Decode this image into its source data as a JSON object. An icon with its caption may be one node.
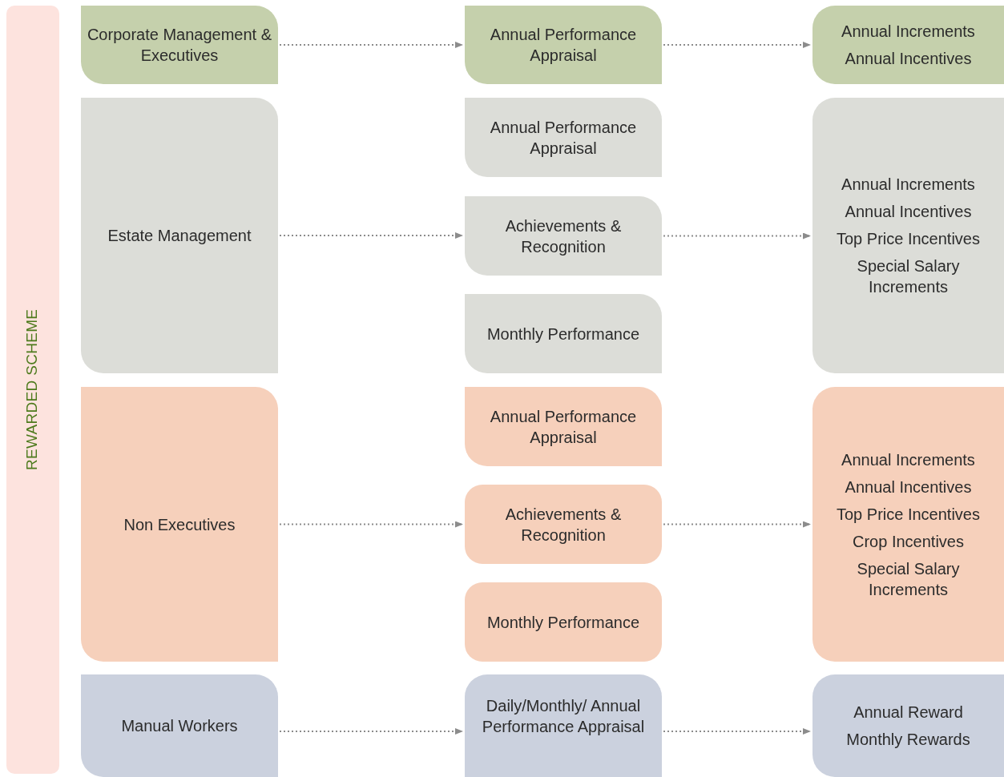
{
  "diagram": {
    "nodes": [
      {
        "text": [
          "REWARDED SCHEME"
        ]
      },
      {
        "text": [
          "Corporate Management & Executives"
        ]
      },
      {
        "text": [
          "Annual Performance Appraisal"
        ]
      },
      {
        "text": [
          "Annual Increments",
          "Annual Incentives"
        ]
      },
      {
        "text": [
          "Estate Management"
        ]
      },
      {
        "text": [
          "Annual Performance Appraisal"
        ]
      },
      {
        "text": [
          "Achievements & Recognition"
        ]
      },
      {
        "text": [
          "Monthly Performance"
        ]
      },
      {
        "text": [
          "Annual Increments",
          "Annual Incentives",
          "Top Price Incentives",
          "Special Salary Increments"
        ]
      },
      {
        "text": [
          "Non Executives"
        ]
      },
      {
        "text": [
          "Annual Performance Appraisal"
        ]
      },
      {
        "text": [
          "Achievements & Recognition"
        ]
      },
      {
        "text": [
          "Monthly Performance"
        ]
      },
      {
        "text": [
          "Annual Increments",
          "Annual Incentives",
          "Top Price Incentives",
          "Crop Incentives",
          "Special Salary Increments"
        ]
      },
      {
        "text": [
          "Manual Workers"
        ]
      },
      {
        "text": [
          "Daily/Monthly/ Annual Performance Appraisal"
        ]
      },
      {
        "text": [
          "Annual Reward",
          "Monthly Rewards"
        ]
      }
    ],
    "edges": [
      {
        "from": 1,
        "to": 2,
        "arrow": "to"
      },
      {
        "from": 2,
        "to": 3,
        "arrow": "to"
      },
      {
        "from": 4,
        "to": 6,
        "arrow": "to"
      },
      {
        "from": 6,
        "to": 8,
        "arrow": "to"
      },
      {
        "from": 9,
        "to": 11,
        "arrow": "to"
      },
      {
        "from": 11,
        "to": 13,
        "arrow": "to"
      },
      {
        "from": 14,
        "to": 15,
        "arrow": "to"
      },
      {
        "from": 15,
        "to": 16,
        "arrow": "to"
      }
    ]
  }
}
